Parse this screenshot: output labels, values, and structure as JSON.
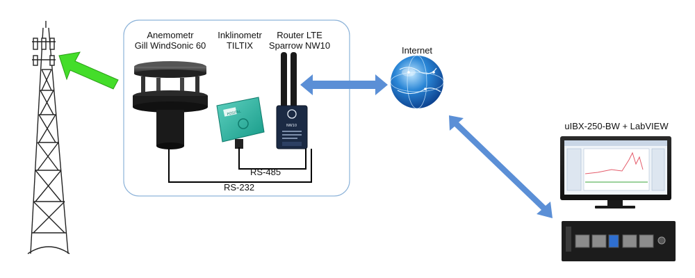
{
  "devices": {
    "anemometer": {
      "line1": "Anemometr",
      "line2": "Gill WindSonic 60"
    },
    "inclinometer": {
      "line1": "Inklinometr",
      "line2": "TILTIX",
      "brand": "POSITAL"
    },
    "router": {
      "line1": "Router LTE",
      "line2": "Sparrow NW10",
      "brand": "NW10"
    },
    "internet": {
      "label": "Internet"
    },
    "controller": {
      "label": "uIBX-250-BW + LabVIEW"
    }
  },
  "connections": {
    "rs485": "RS-485",
    "rs232": "RS-232"
  },
  "colors": {
    "green_arrow": "#44dd2a",
    "blue_arrow": "#5b8fd6",
    "group_border": "#8db3d9"
  }
}
